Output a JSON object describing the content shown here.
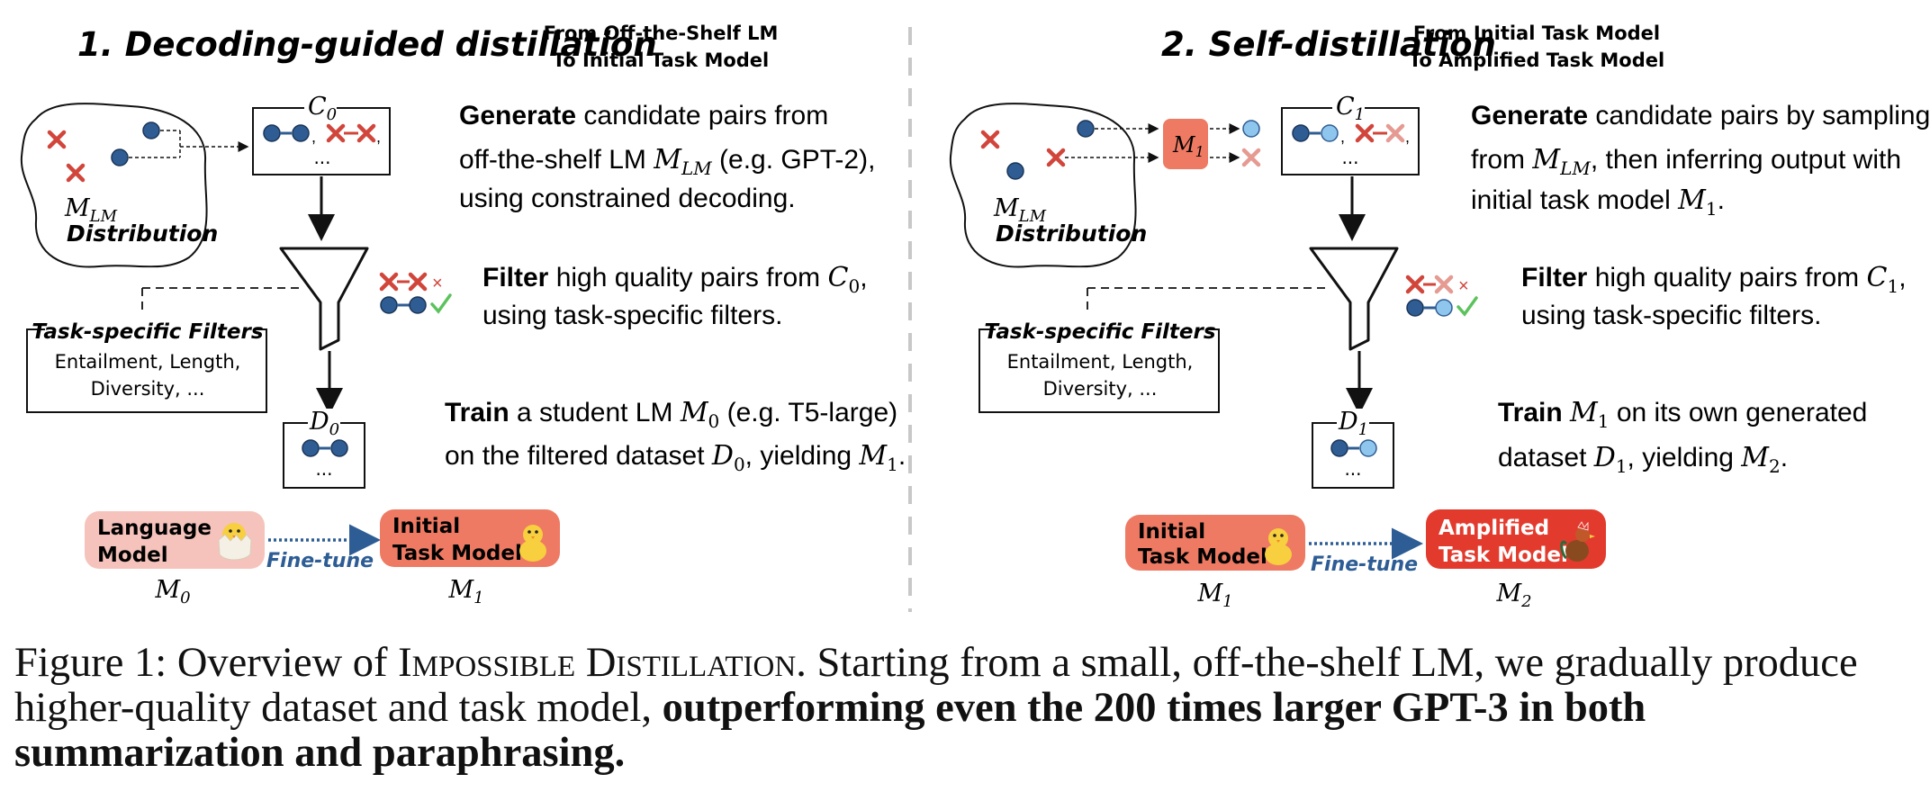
{
  "panel1": {
    "title": "1. Decoding-guided distillation",
    "subtitle_line1": "From Off-the-Shelf LM",
    "subtitle_line2": "To Initial Task Model",
    "dist_label": "M",
    "dist_sub": "LM",
    "dist_text": "Distribution",
    "cand_label": "C",
    "cand_sub": "0",
    "gen_bold": "Generate",
    "gen_rest1": " candidate pairs from",
    "gen_line2a": "off-the-shelf LM ",
    "gen_line2m": "M",
    "gen_line2sub": "LM",
    "gen_line2b": " (e.g. GPT-2),",
    "gen_line3": "using constrained decoding.",
    "filter_bold": "Filter",
    "filter_rest": " high quality pairs from ",
    "filter_m": "C",
    "filter_sub": "0",
    "filter_end": ",",
    "filter_line2": "using task-specific filters.",
    "filters_title": "Task-specific Filters",
    "filters_line1": "Entailment, Length,",
    "filters_line2": "Diversity, ...",
    "data_label": "D",
    "data_sub": "0",
    "train_bold": "Train",
    "train_rest": " a student LM ",
    "train_m": "M",
    "train_msub": "0",
    "train_tail": " (e.g. T5-large)",
    "train_line2a": "on the filtered dataset ",
    "train_line2m": "D",
    "train_line2sub": "0",
    "train_line2b": ", yielding ",
    "train_line2m2": "M",
    "train_line2sub2": "1",
    "train_line2end": ".",
    "model_a_line1": "Language",
    "model_a_line2": "Model",
    "model_a_sym": "M",
    "model_a_sub": "0",
    "finetune": "Fine-tune",
    "model_b_line1": "Initial",
    "model_b_line2": "Task Model",
    "model_b_sym": "M",
    "model_b_sub": "1",
    "dots": "..."
  },
  "panel2": {
    "title": "2. Self-distillation",
    "subtitle_line1": "From Initial Task Model",
    "subtitle_line2": "To Amplified Task Model",
    "dist_label": "M",
    "dist_sub": "LM",
    "dist_text": "Distribution",
    "m1_label": "M",
    "m1_sub": "1",
    "cand_label": "C",
    "cand_sub": "1",
    "gen_bold": "Generate",
    "gen_rest1": " candidate pairs by sampling",
    "gen_line2a": "from ",
    "gen_line2m": "M",
    "gen_line2sub": "LM",
    "gen_line2b": ", then inferring output with",
    "gen_line3a": "initial task model ",
    "gen_line3m": "M",
    "gen_line3sub": "1",
    "gen_line3end": ".",
    "filter_bold": "Filter",
    "filter_rest": " high quality pairs from ",
    "filter_m": "C",
    "filter_sub": "1",
    "filter_end": ",",
    "filter_line2": "using task-specific filters.",
    "filters_title": "Task-specific Filters",
    "filters_line1": "Entailment, Length,",
    "filters_line2": "Diversity, ...",
    "data_label": "D",
    "data_sub": "1",
    "train_bold": "Train",
    "train_rest": " ",
    "train_m": "M",
    "train_msub": "1",
    "train_tail": " on its own generated",
    "train_line2a": "dataset ",
    "train_line2m": "D",
    "train_line2sub": "1",
    "train_line2b": ", yielding ",
    "train_line2m2": "M",
    "train_line2sub2": "2",
    "train_line2end": ".",
    "model_a_line1": "Initial",
    "model_a_line2": "Task Model",
    "model_a_sym": "M",
    "model_a_sub": "1",
    "finetune": "Fine-tune",
    "model_b_line1": "Amplified",
    "model_b_line2": "Task Model",
    "model_b_sym": "M",
    "model_b_sub": "2",
    "dots": "..."
  },
  "caption": {
    "lead": "Figure 1: Overview of ",
    "name": "Impossible Distillation",
    "rest": ". Starting from a small, off-the-shelf LM, we gradually produce higher-quality dataset and task model, ",
    "bold": "outperforming even the 200 times larger GPT-3 in both summarization and paraphrasing."
  },
  "colors": {
    "dot_dark": "#2f5d93",
    "dot_light": "#8fc6ee",
    "cross_red": "#d1453b",
    "cross_light": "#e59a92",
    "model_pink": "#f6c3bc",
    "model_orange": "#ee7a63",
    "model_red": "#e23b2e",
    "m1_box": "#ee7a63",
    "check_green": "#5cc25c",
    "arrow_blue": "#2d5d94"
  }
}
